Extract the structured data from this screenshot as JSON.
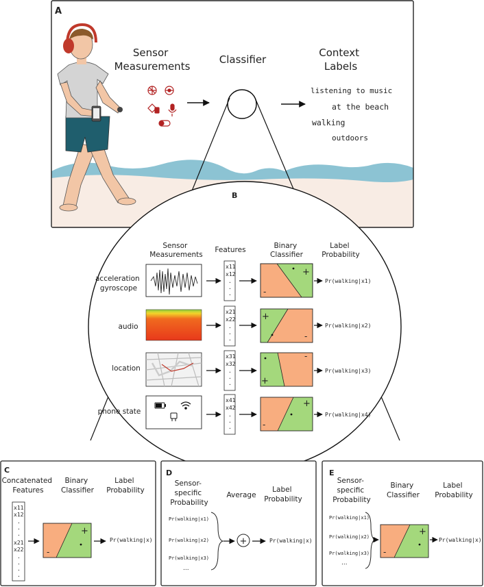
{
  "panel_a": {
    "letter": "A",
    "sensor_title": [
      "Sensor",
      "Measurements"
    ],
    "classifier_title": "Classifier",
    "context_title": [
      "Context",
      "Labels"
    ],
    "context_labels": [
      "listening to music",
      "at the beach",
      "walking",
      "outdoors"
    ],
    "sensor_icons": [
      "compass-icon",
      "gyroscope-icon",
      "location-pin-icon",
      "microphone-icon",
      "toggle-icon",
      "phone-icon"
    ]
  },
  "panel_b": {
    "letter": "B",
    "col_sensor": [
      "Sensor",
      "Measurements"
    ],
    "col_features": "Features",
    "col_classifier": [
      "Binary",
      "Classifier"
    ],
    "col_probability": [
      "Label",
      "Probability"
    ],
    "rows": [
      {
        "label": [
          "acceleration",
          "gyroscope"
        ],
        "features": [
          "x11",
          "x12"
        ],
        "prob": "Pr(walking|x1)"
      },
      {
        "label": [
          "audio"
        ],
        "features": [
          "x21",
          "x22"
        ],
        "prob": "Pr(walking|x2)"
      },
      {
        "label": [
          "location"
        ],
        "features": [
          "x31",
          "x32"
        ],
        "prob": "Pr(walking|x3)"
      },
      {
        "label": [
          "phone state"
        ],
        "features": [
          "x41",
          "x42"
        ],
        "prob": "Pr(walking|x4)"
      }
    ],
    "plus": "+",
    "minus": "-"
  },
  "panel_c": {
    "letter": "C",
    "col_features": [
      "Concatenated",
      "Features"
    ],
    "col_classifier": [
      "Binary",
      "Classifier"
    ],
    "col_probability": [
      "Label",
      "Probability"
    ],
    "features": [
      "x11",
      "x12",
      "x21",
      "x22"
    ],
    "prob": "Pr(walking|x)"
  },
  "panel_d": {
    "letter": "D",
    "col_sensor": [
      "Sensor-",
      "specific",
      "Probability"
    ],
    "col_average": "Average",
    "col_probability": [
      "Label",
      "Probability"
    ],
    "probs": [
      "Pr(walking|x1)",
      "Pr(walking|x2)",
      "Pr(walking|x3)"
    ],
    "ellipsis": "...",
    "plus_symbol": "+",
    "result": "Pr(walking|x)"
  },
  "panel_e": {
    "letter": "E",
    "col_sensor": [
      "Sensor-",
      "specific",
      "Probability"
    ],
    "col_classifier": [
      "Binary",
      "Classifier"
    ],
    "col_probability": [
      "Label",
      "Probability"
    ],
    "probs": [
      "Pr(walking|x1)",
      "Pr(walking|x2)",
      "Pr(walking|x3)"
    ],
    "ellipsis": "...",
    "result": "Pr(walking|x)"
  },
  "colors": {
    "orange": "#f8ad7f",
    "green": "#a4d87c",
    "sea": "#8cc3d3",
    "sand": "#f8ece4",
    "icon_red": "#b22222",
    "audio_red": "#ea3a1c"
  }
}
